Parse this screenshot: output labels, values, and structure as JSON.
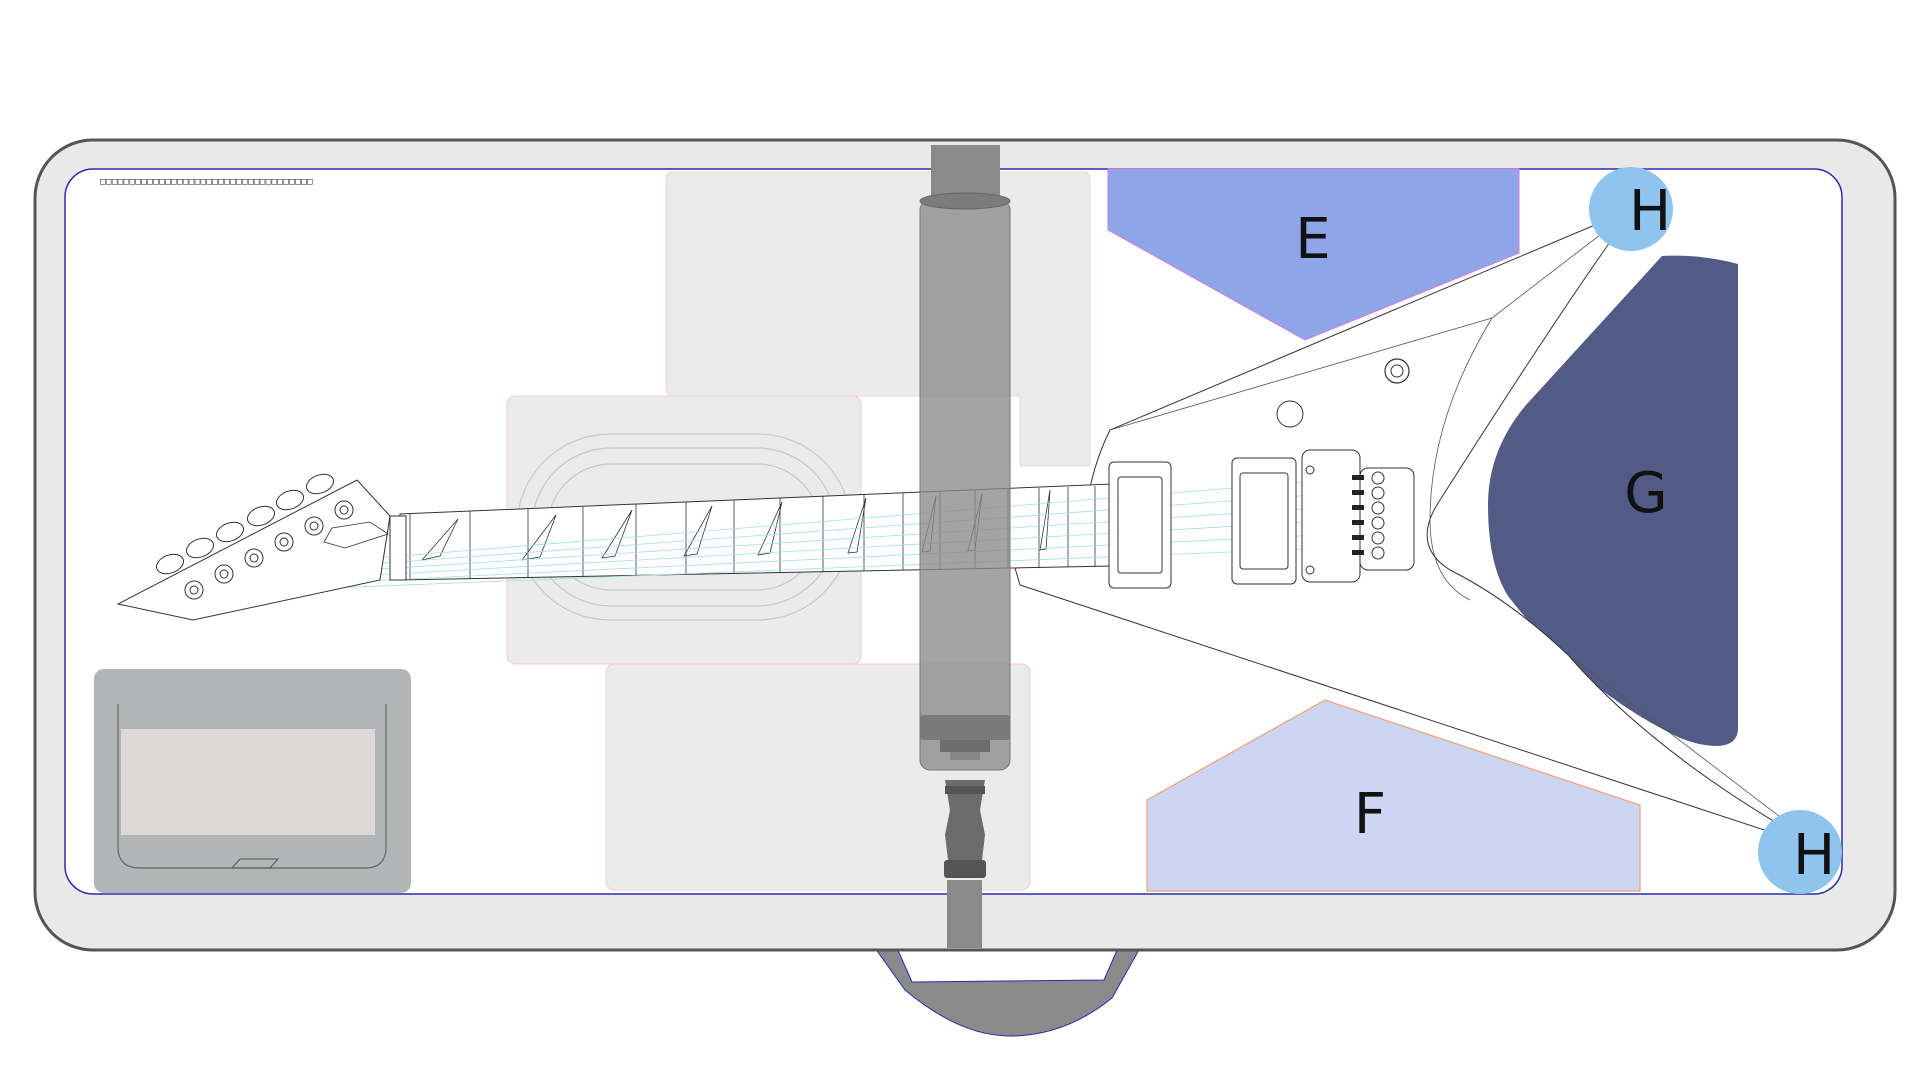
{
  "header_text": "□□□□□□□□□□□□□□□□□□□□□□□□□□□□□□□□□□□□",
  "zones": {
    "e": "E",
    "f": "F",
    "g": "G",
    "h_top": "H",
    "h_bottom": "H"
  },
  "colors": {
    "case_fill": "#e9e9e9",
    "case_stroke": "#555555",
    "liner_stroke": "#2b2bb0",
    "zone_e": "#8ea5e8",
    "zone_f": "#ccd5f2",
    "zone_g": "#525b85",
    "zone_h": "#8ec4ee",
    "pocket": "#ebebeb",
    "strap": "#8a8a8a",
    "handle": "#8a8a8a",
    "tray": "#b1b5b5"
  }
}
